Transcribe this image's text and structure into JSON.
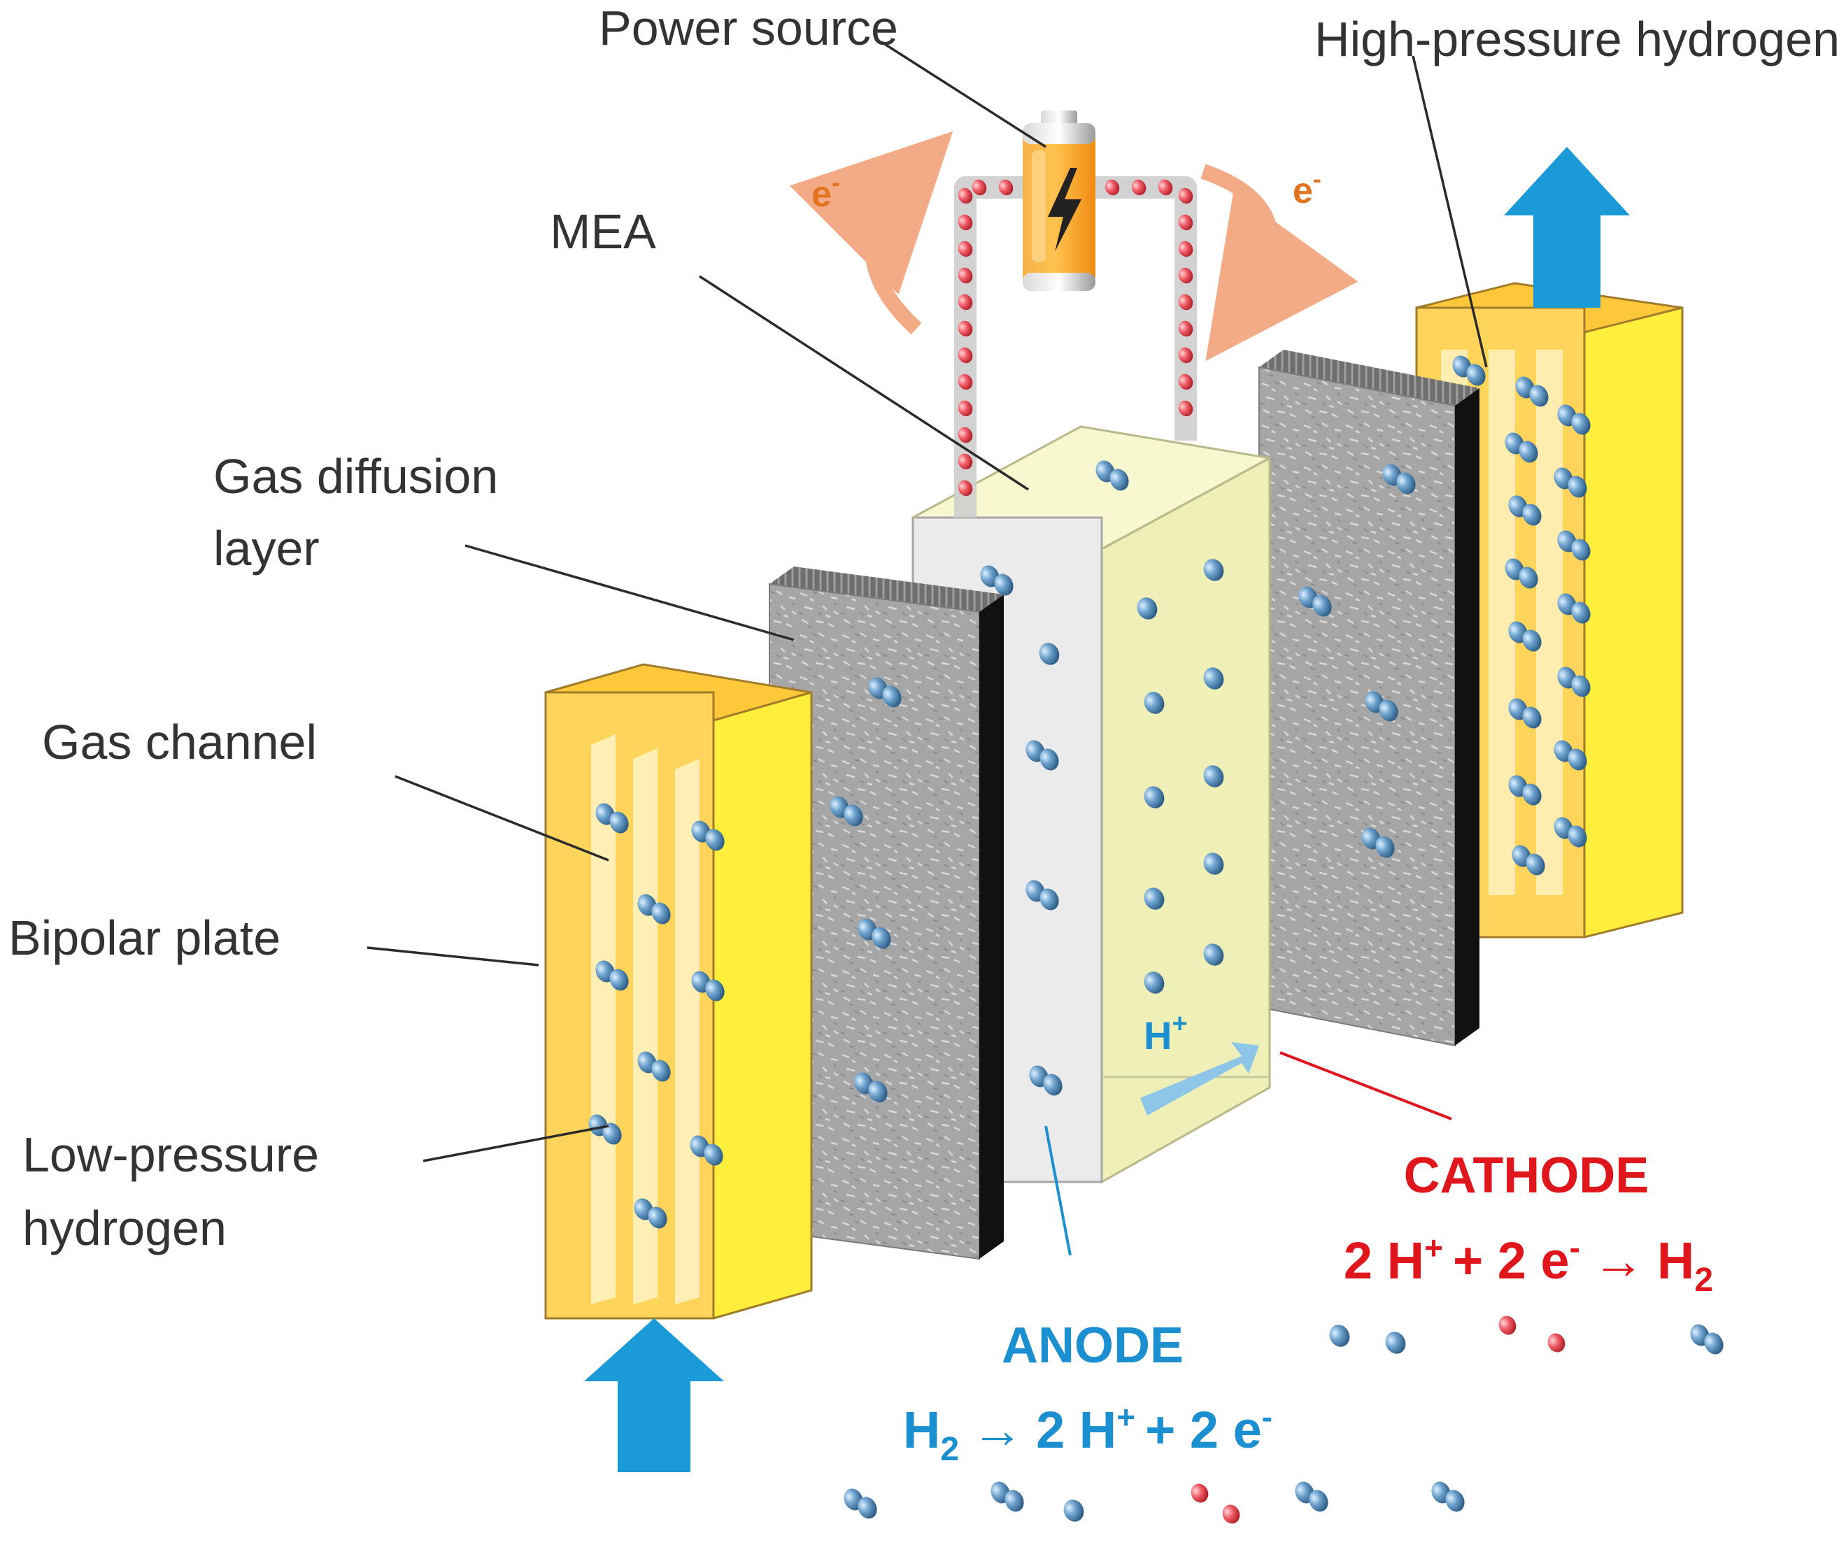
{
  "labels": {
    "power_source": "Power source",
    "high_pressure_hydrogen": "High-pressure hydrogen",
    "mea": "MEA",
    "gas_diffusion_line1": "Gas diffusion",
    "gas_diffusion_line2": "layer",
    "gas_channel": "Gas channel",
    "bipolar_plate": "Bipolar plate",
    "low_pressure_line1": "Low-pressure",
    "low_pressure_line2": "hydrogen",
    "electron_left": "e",
    "electron_right": "e",
    "electron_charge": "-",
    "proton": "H",
    "proton_charge": "+"
  },
  "anode": {
    "title": "ANODE",
    "reaction": {
      "reactant": "H",
      "reactant_sub": "2",
      "arrow": "→",
      "product_coef": "2 H",
      "product_charge": "+",
      "plus": "+ 2 e",
      "e_charge": "-"
    }
  },
  "cathode": {
    "title": "CATHODE",
    "reaction": {
      "lhs": "2 H",
      "lhs_charge": "+",
      "plus": "+ 2 e",
      "e_charge": "-",
      "arrow": "→",
      "product": "H",
      "product_sub": "2"
    }
  },
  "colors": {
    "plate_yellow": "#ffd23a",
    "plate_side": "#ffe94a",
    "gdl_grey": "#a9a9a9",
    "mea_panel": "#ececec",
    "mea_yellow": "#f4f5c4",
    "hydrogen_blue": "#4f87b4",
    "electron_red": "#e8414d",
    "arrow_blue": "#1b9ad8",
    "anode_blue": "#1b8fd0",
    "cathode_red": "#e0161d",
    "electron_orange": "#e2731f",
    "battery_orange": "#f79a1f"
  },
  "icons": [
    "battery-icon",
    "lightning-bolt-icon",
    "up-arrow-icon",
    "curved-arrow-icon",
    "hydrogen-molecule-icon"
  ]
}
